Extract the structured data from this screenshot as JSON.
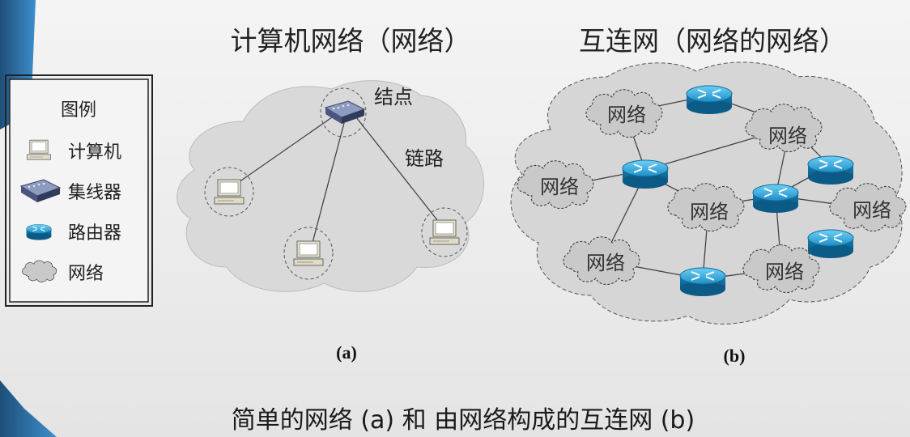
{
  "diagram_a": {
    "title": "计算机网络（网络）",
    "node_label": "结点",
    "link_label": "链路",
    "letter": "(a)"
  },
  "diagram_b": {
    "title": "互连网（网络的网络）",
    "letter": "(b)",
    "cloud_labels": [
      "网络",
      "网络",
      "网络",
      "网络",
      "网络",
      "网络",
      "网络"
    ]
  },
  "legend": {
    "title": "图例",
    "items": [
      {
        "icon": "computer-icon",
        "label": "计算机"
      },
      {
        "icon": "hub-icon",
        "label": "集线器"
      },
      {
        "icon": "router-icon",
        "label": "路由器"
      },
      {
        "icon": "cloud-icon",
        "label": "网络"
      }
    ]
  },
  "caption": {
    "text": "简单的网络 (a) 和 由网络构成的互连网 (b)"
  },
  "colors": {
    "router": "#2a9bd0",
    "cloud_fill": "#cfcfcf",
    "background_cloud": "#d8d8d8",
    "accent_stripe": "#2e7fb5"
  }
}
